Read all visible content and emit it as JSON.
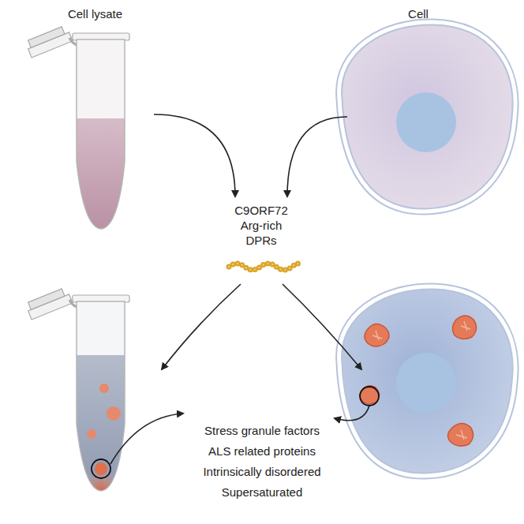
{
  "diagram": {
    "nodes": [
      {
        "text": [
          "Cell lysate"
        ]
      },
      {
        "text": [
          "Cell"
        ]
      },
      {
        "text": [
          "C9ORF72 Arg-rich DPRs"
        ]
      },
      {
        "text": [
          "Stress granule factors",
          "ALS related proteins",
          "Intrinsically disordered",
          "Supersaturated"
        ]
      }
    ],
    "edges": [
      {
        "from": 0,
        "to": 2,
        "arrow": "to"
      },
      {
        "from": 1,
        "to": 2,
        "arrow": "to"
      }
    ]
  }
}
